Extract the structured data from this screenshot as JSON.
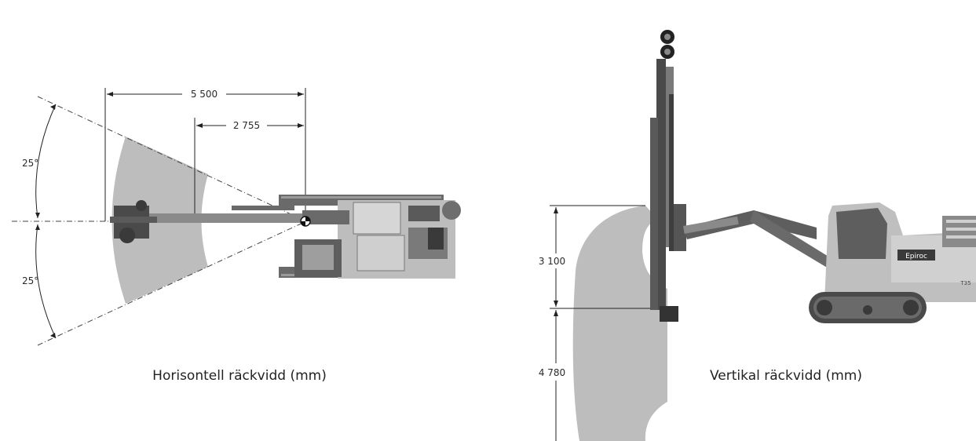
{
  "horizontal": {
    "caption": "Horisontell räckvidd (mm)",
    "dim_total": "5 500",
    "dim_partial": "2 755",
    "angle_upper": "25°",
    "angle_lower": "25°"
  },
  "vertical": {
    "caption": "Vertikal räckvidd (mm)",
    "dim_upper": "3 100",
    "dim_lower": "4 780",
    "brand": "Epiroc",
    "model_mark": "T35"
  },
  "colors": {
    "reach_fill": "#bdbdbd",
    "machine_dark": "#4a4a4a",
    "machine_mid": "#8a8a8a",
    "machine_light": "#c8c8c8",
    "line": "#222222"
  }
}
